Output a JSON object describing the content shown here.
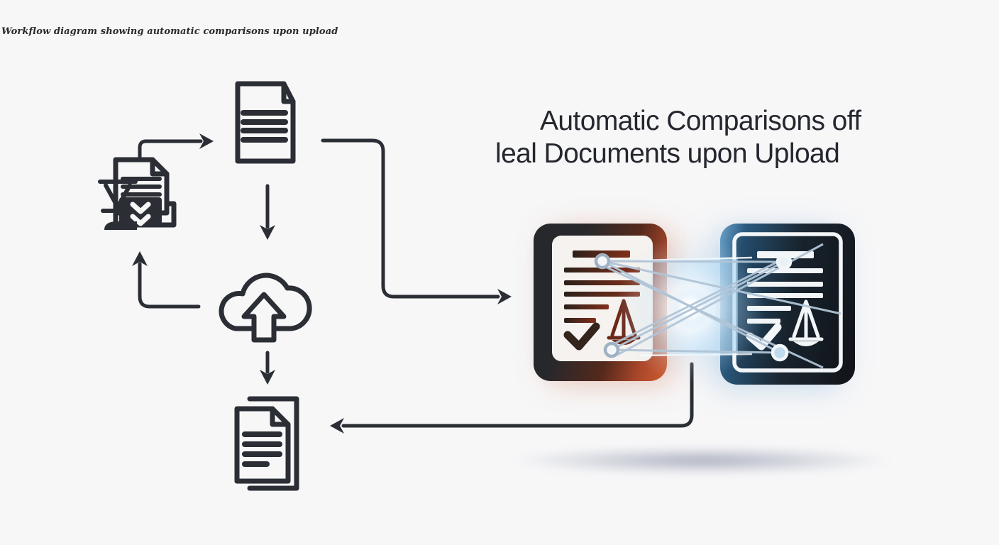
{
  "caption": "Workflow diagram showing automatic comparisons upon upload",
  "title": {
    "line1": "Automatic Comparisons off",
    "line2": "leal Documents upon Upload"
  },
  "colors": {
    "background": "#f7f7f8",
    "ink": "#2b2e35",
    "title_text": "#24272e",
    "panel_left_frame_dark": "#26282c",
    "panel_left_frame_accent": "#cf5c33",
    "panel_left_card": "#f5f2ef",
    "panel_left_doc_text": "#6b2718",
    "panel_right_glow": "#6ba2c9",
    "panel_right_frame_dark": "#111318",
    "panel_right_doc_elements": "#f3f6f8",
    "comparison_beam": "#bcd9ee",
    "node_ring": "#9fb2c4",
    "ground_shadow": "#5f6987"
  },
  "diagram": {
    "nodes": [
      {
        "id": "legal-document-review",
        "icon": "legal-document-scales-checklist-icon"
      },
      {
        "id": "source-document",
        "icon": "document-icon"
      },
      {
        "id": "cloud-upload",
        "icon": "cloud-upload-arrow-icon"
      },
      {
        "id": "document-copies",
        "icon": "stacked-documents-icon"
      },
      {
        "id": "uploaded-legal-document-card",
        "icon": "legal-document-card-red"
      },
      {
        "id": "compared-legal-document-card",
        "icon": "legal-document-card-blue"
      }
    ],
    "edges": [
      {
        "from": "legal-document-review",
        "to": "source-document",
        "style": "arrow"
      },
      {
        "from": "source-document",
        "to": "cloud-upload",
        "style": "arrow"
      },
      {
        "from": "cloud-upload",
        "to": "legal-document-review",
        "style": "arrow"
      },
      {
        "from": "cloud-upload",
        "to": "document-copies",
        "style": "arrow"
      },
      {
        "from": "source-document",
        "to": "uploaded-legal-document-card",
        "style": "arrow"
      },
      {
        "from": "uploaded-legal-document-card",
        "to": "document-copies",
        "style": "arrow"
      },
      {
        "from": "uploaded-legal-document-card",
        "to": "compared-legal-document-card",
        "style": "comparison-beam"
      }
    ]
  }
}
